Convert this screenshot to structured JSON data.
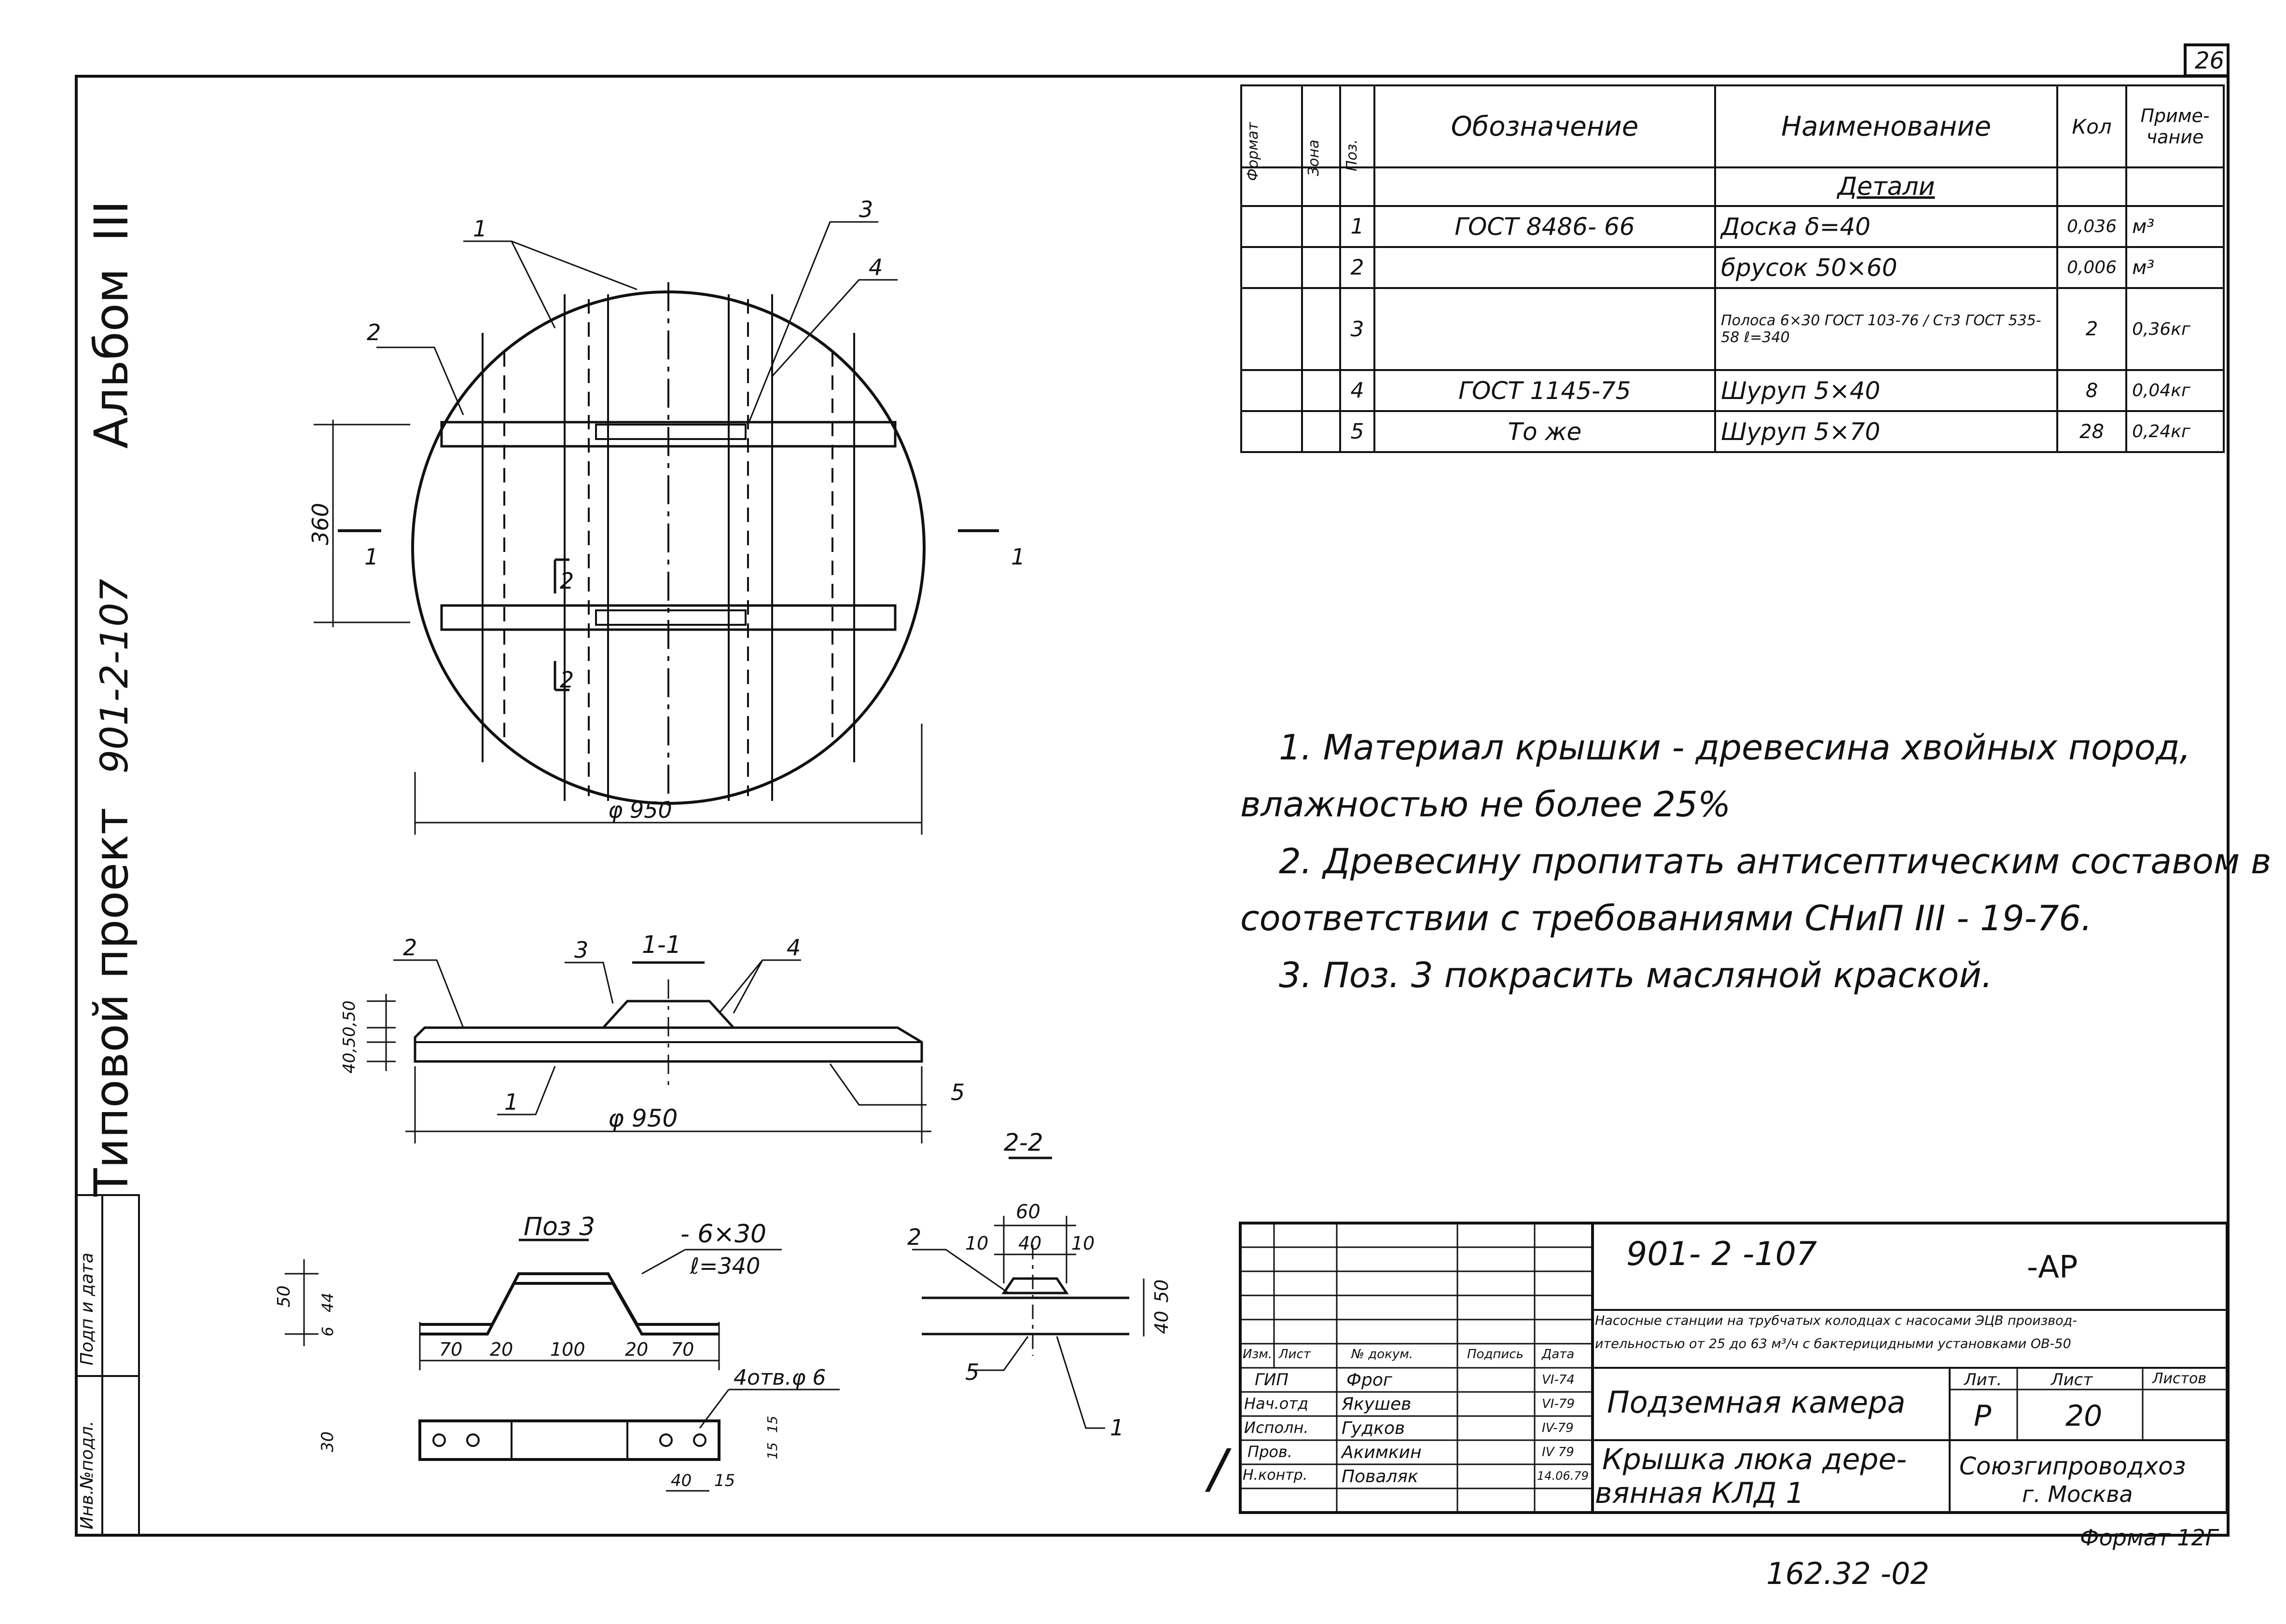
{
  "sheet": {
    "page_number": "26",
    "album_label": "Альбом",
    "album_number": "III",
    "project_label": "Типовой проект",
    "project_code_side": "901-2-107",
    "side_boxes": [
      "Инв.№подл.",
      "Подп и дата"
    ],
    "format_label": "Формат 12Г",
    "bottom_code": "162.32 -02"
  },
  "spec": {
    "headers": {
      "format": "Формат",
      "zone": "Зона",
      "pos": "Поз.",
      "designation": "Обозначение",
      "name": "Наименование",
      "qty": "Кол",
      "note": "Приме-чание"
    },
    "section": "Детали",
    "rows": [
      {
        "pos": "1",
        "designation": "ГОСТ 8486- 66",
        "name": "Доска δ=40",
        "qty": "0,036",
        "note": "м³"
      },
      {
        "pos": "2",
        "designation": "",
        "name": "брусок 50×60",
        "qty": "0,006",
        "note": "м³"
      },
      {
        "pos": "3",
        "designation": "",
        "name": "Полоса 6×30 ГОСТ 103-76 / Ст3 ГОСТ 535-58 ℓ=340",
        "qty": "2",
        "note": "0,36кг"
      },
      {
        "pos": "4",
        "designation": "ГОСТ 1145-75",
        "name": "Шуруп 5×40",
        "qty": "8",
        "note": "0,04кг"
      },
      {
        "pos": "5",
        "designation": "То же",
        "name": "Шуруп 5×70",
        "qty": "28",
        "note": "0,24кг"
      }
    ]
  },
  "notes": [
    "1. Материал крышки - древесина хвойных пород,",
    "влажностью не более 25%",
    "2. Древесину пропитать антисептическим составом в",
    "соответствии с требованиями СНиП III - 19-76.",
    "3. Поз. 3 покрасить масляной краской."
  ],
  "plan": {
    "diameter_label": "φ 950",
    "dim_360": "360",
    "leaders": [
      "1",
      "2",
      "3",
      "4"
    ],
    "cut_marks": [
      "1",
      "1",
      "2",
      "2"
    ]
  },
  "section_1_1": {
    "title": "1-1",
    "diameter_label": "φ 950",
    "dims_left": "40,50,50",
    "leaders": [
      "2",
      "3",
      "4",
      "1",
      "5"
    ]
  },
  "section_2_2": {
    "title": "2-2",
    "dims_top": [
      "60",
      "10",
      "40",
      "10"
    ],
    "dims_right": [
      "50",
      "40"
    ],
    "leaders": [
      "2",
      "5",
      "1"
    ]
  },
  "pos3": {
    "title": "Поз 3",
    "section_label": "- 6×30",
    "length_label": "ℓ=340",
    "dims_bottom": [
      "70",
      "20",
      "100",
      "20",
      "70"
    ],
    "dims_left": [
      "50",
      "44",
      "6"
    ],
    "holes_label": "4отв.φ 6",
    "plan_dims": [
      "30",
      "40",
      "15",
      "15",
      "15"
    ]
  },
  "title_block": {
    "code": "901- 2 -107",
    "suffix": "-АР",
    "subtitle_line1": "Насосные станции на трубчатых колодцах с насосами ЭЦВ производ-",
    "subtitle_line2": "ительностью от 25 до 63 м³/ч с бактерицидными установками ОВ-50",
    "rev_headers": [
      "Изм.",
      "Лист",
      "№ докум.",
      "Подпись",
      "Дата"
    ],
    "staff": [
      {
        "role": "ГИП",
        "name": "Фрог",
        "date": "VI-74"
      },
      {
        "role": "Нач.отд",
        "name": "Якушев",
        "date": "VI-79"
      },
      {
        "role": "Исполн.",
        "name": "Гудков",
        "date": "IV-79"
      },
      {
        "role": "Пров.",
        "name": "Акимкин",
        "date": "IV 79"
      },
      {
        "role": "Н.контр.",
        "name": "Поваляк",
        "date": "14.06.79"
      }
    ],
    "title1": "Подземная камера",
    "title2_line1": "Крышка люка дере-",
    "title2_line2": "вянная КЛД 1",
    "col_lit": "Лит.",
    "col_sheet": "Лист",
    "col_sheets": "Листов",
    "lit": "Р",
    "sheet_no": "20",
    "org1": "Союзгипроводхоз",
    "org2": "г. Москва",
    "margin_mark": "/"
  }
}
